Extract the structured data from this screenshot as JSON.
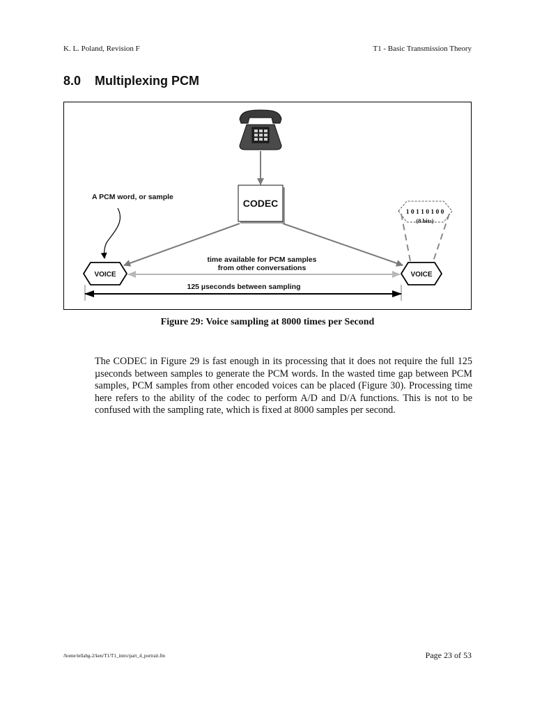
{
  "header": {
    "left": "K. L. Poland, Revision F",
    "right": "T1 - Basic Transmission Theory"
  },
  "section": {
    "number": "8.0",
    "title": "Multiplexing PCM"
  },
  "figure": {
    "codec_label": "CODEC",
    "pcm_word_label": "A PCM word, or sample",
    "voice_left": "VOICE",
    "voice_right": "VOICE",
    "bits_value": "1 0 1 1 0 1 0 0",
    "bits_note": "(8 bits)",
    "time_available_line1": "time available for PCM samples",
    "time_available_line2": "from other conversations",
    "interval_label": "125 µseconds between sampling",
    "phone_icon": "telephone-icon",
    "caption": "Figure 29: Voice sampling at 8000 times per Second"
  },
  "body": {
    "paragraph": "The CODEC in Figure 29 is fast enough in its processing that it does not require the full 125 µseconds between samples to generate the PCM words.  In the wasted time gap between PCM samples, PCM samples from other encoded voices can be placed (Figure 30).  Processing time here refers to the ability of the codec to perform A/D and D/A functions.  This is not to be confused with the sampling rate, which is fixed at 8000 samples per second."
  },
  "footer": {
    "path": "/home/tellabg-2/ken/T1/T1_intro/part_4_portrait.fm",
    "page": "Page 23 of 53"
  }
}
